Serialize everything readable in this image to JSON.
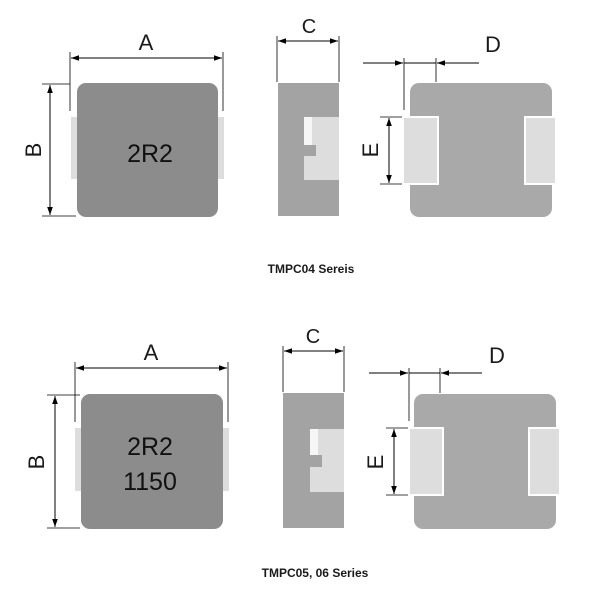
{
  "colors": {
    "body_top_view": "#8c8c8c",
    "body_side_view": "#a3a3a3",
    "body_bottom_view": "#a9a9a9",
    "terminal": "#dddddd",
    "terminal_highlight": "#f6f6f6",
    "dimension_line": "#000000"
  },
  "series": [
    {
      "caption": "TMPC04 Sereis",
      "marking_lines": [
        "2R2"
      ],
      "dims": {
        "a": "A",
        "b": "B",
        "c": "C",
        "d": "D",
        "e": "E"
      }
    },
    {
      "caption": "TMPC05, 06 Series",
      "marking_lines": [
        "2R2",
        "1150"
      ],
      "dims": {
        "a": "A",
        "b": "B",
        "c": "C",
        "d": "D",
        "e": "E"
      }
    }
  ]
}
